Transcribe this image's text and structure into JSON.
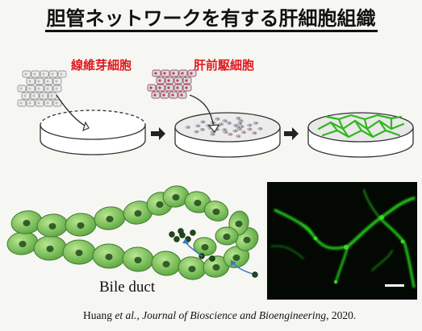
{
  "title": "胆管ネットワークを有する肝細胞組織",
  "labels": {
    "fibroblast": "線維芽細胞",
    "hepatic_progenitor": "肝前駆細胞"
  },
  "bile_duct_caption": "Bile duct",
  "citation": {
    "authors": "Huang",
    "etal": "et al.",
    "journal": "Journal of Bioscience and Bioengineering",
    "year": ", 2020."
  },
  "colors": {
    "fibroblast_cell": "#e6e6e6",
    "progenitor_cell": "#c93a56",
    "network": "#31c21f",
    "duct_cell": "#7cc25a"
  }
}
